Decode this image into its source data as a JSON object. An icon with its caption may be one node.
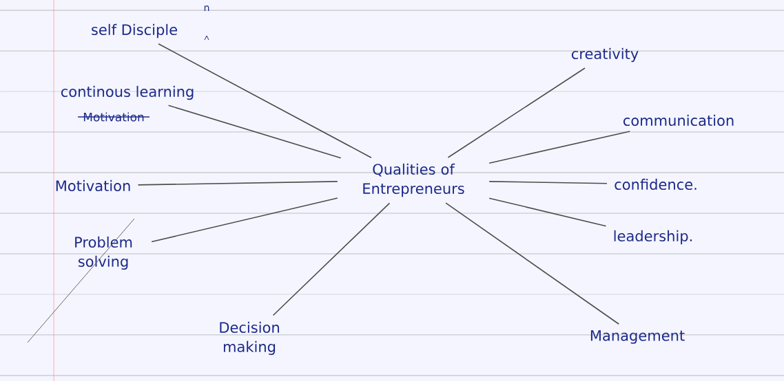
{
  "diagram": {
    "nodes": [
      {
        "text": [
          "Qualities of Entrepreneurs"
        ]
      },
      {
        "text": [
          "self Disciple"
        ]
      },
      {
        "text": [
          "continous learning"
        ]
      },
      {
        "text": [
          "Motivation"
        ]
      },
      {
        "text": [
          "Problem solving"
        ]
      },
      {
        "text": [
          "Decision making"
        ]
      },
      {
        "text": [
          "creativity"
        ]
      },
      {
        "text": [
          "communication"
        ]
      },
      {
        "text": [
          "confidence."
        ]
      },
      {
        "text": [
          "leadership."
        ]
      },
      {
        "text": [
          "Management"
        ]
      }
    ],
    "edges": [
      {
        "from": 0,
        "to": 1,
        "arrow": "none"
      },
      {
        "from": 0,
        "to": 2,
        "arrow": "none"
      },
      {
        "from": 0,
        "to": 3,
        "arrow": "none"
      },
      {
        "from": 0,
        "to": 4,
        "arrow": "none"
      },
      {
        "from": 0,
        "to": 5,
        "arrow": "none"
      },
      {
        "from": 0,
        "to": 6,
        "arrow": "none"
      },
      {
        "from": 0,
        "to": 7,
        "arrow": "none"
      },
      {
        "from": 0,
        "to": 8,
        "arrow": "none"
      },
      {
        "from": 0,
        "to": 9,
        "arrow": "none"
      },
      {
        "from": 0,
        "to": 10,
        "arrow": "none"
      }
    ],
    "labels": [
      "n",
      "Motivation"
    ]
  }
}
